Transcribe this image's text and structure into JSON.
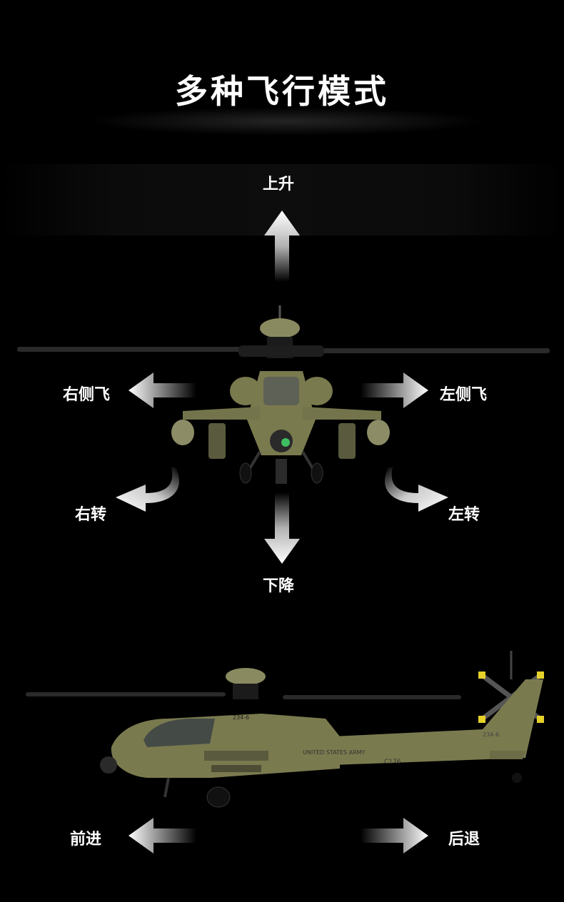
{
  "title": "多种飞行模式",
  "modes": {
    "up": "上升",
    "down": "下降",
    "right_strafe": "右侧飞",
    "left_strafe": "左侧飞",
    "right_turn": "右转",
    "left_turn": "左转",
    "forward": "前进",
    "backward": "后退"
  },
  "helicopter": {
    "markings": {
      "tail_number": "234-6",
      "fin_number": "234-6",
      "fuselage_text": "UNITED STATES ARMY",
      "side_code": "C176"
    }
  },
  "colors": {
    "background": "#000000",
    "text": "#ffffff",
    "body_olive": "#7a7a4f",
    "arrow": "#ffffff"
  }
}
